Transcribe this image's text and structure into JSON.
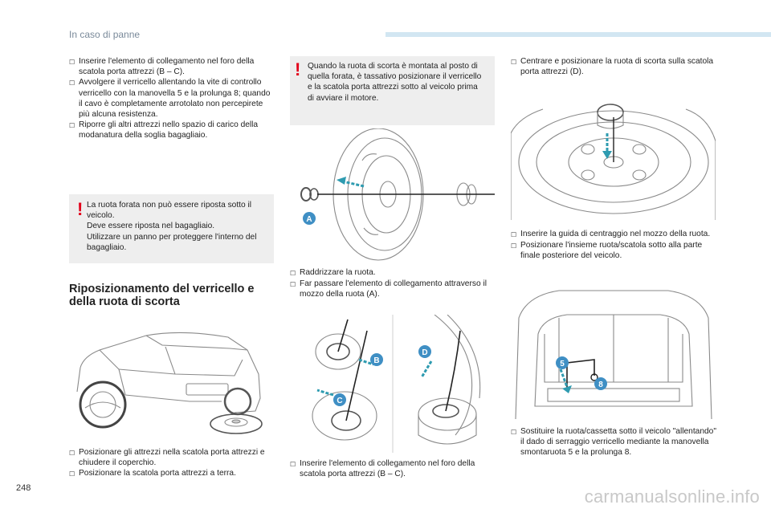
{
  "header": {
    "section_title": "In caso di panne"
  },
  "page_number": "248",
  "watermark": "carmanualsonline.info",
  "col1": {
    "bullets": [
      "Inserire l'elemento di collegamento nel foro della scatola porta attrezzi (B – C).",
      "Avvolgere il verricello allentando la vite di controllo verricello con la manovella 5 e la prolunga 8; quando il cavo è completamente arrotolato non percepirete più alcuna resistenza.",
      "Riporre gli altri attrezzi nello spazio di carico della modanatura della soglia bagagliaio."
    ],
    "warning": "La ruota forata non può essere riposta sotto il veicolo.\nDeve essere riposta nel bagagliaio.\nUtilizzare un panno per proteggere l'interno del bagagliaio.",
    "section_title": "Riposizionamento del verricello e\ndella ruota di scorta",
    "bullets_bottom": [
      "Posizionare gli attrezzi nella scatola porta attrezzi e chiudere il coperchio.",
      "Posizionare la scatola porta attrezzi a terra."
    ]
  },
  "col2": {
    "warning": "Quando la ruota di scorta è montata al posto di quella forata, è tassativo posizionare il verricello e la scatola porta attrezzi sotto al veicolo prima di avviare il motore.",
    "fig_label_a": "A",
    "bullets_mid": [
      "Raddrizzare la ruota.",
      "Far passare l'elemento di collegamento attraverso il mozzo della ruota (A)."
    ],
    "fig_label_b": "B",
    "fig_label_c": "C",
    "fig_label_d": "D",
    "bullets_bottom": [
      "Inserire l'elemento di collegamento nel foro della scatola porta attrezzi (B – C)."
    ]
  },
  "col3": {
    "bullets_top": [
      "Centrare e posizionare la ruota di scorta sulla scatola porta attrezzi (D)."
    ],
    "bullets_mid": [
      "Inserire la guida di centraggio nel mozzo della ruota.",
      "Posizionare l'insieme ruota/scatola sotto alla parte finale posteriore del veicolo."
    ],
    "fig_label_5": "5",
    "fig_label_8": "8",
    "bullets_bottom": [
      "Sostituire la ruota/cassetta sotto il veicolo \"allentando\" il dado di serraggio verricello mediante la manovella smontaruota 5 e la prolunga 8."
    ]
  },
  "colors": {
    "accent_red": "#e2001a",
    "badge_blue": "#3f8fc4",
    "arrow_teal": "#2e9bb0",
    "warning_bg": "#eeeeee"
  }
}
